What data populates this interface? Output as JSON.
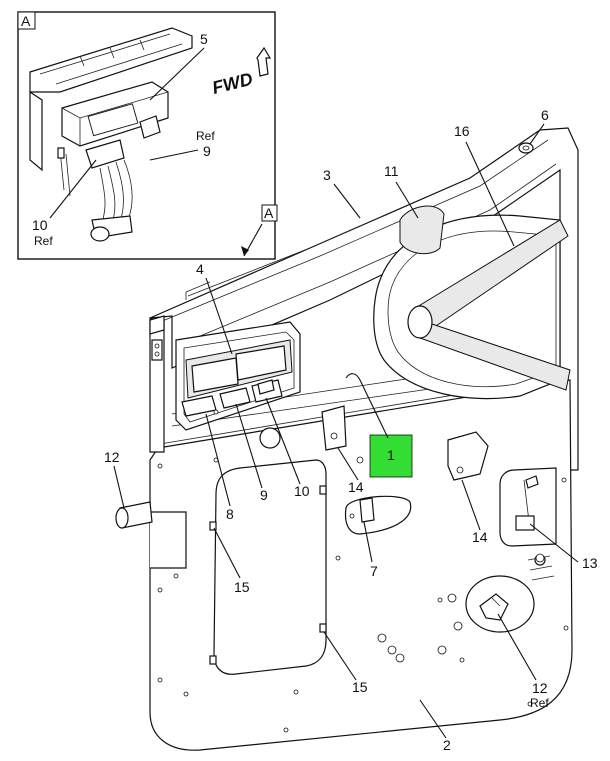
{
  "detail": {
    "box_label": "A",
    "fwd_text": "FWD"
  },
  "view_marker": {
    "label": "A"
  },
  "callouts": {
    "c1": "1",
    "c2": "2",
    "c3": "3",
    "c4": "4",
    "c5": "5",
    "c6": "6",
    "c7": "7",
    "c8": "8",
    "c9a": "9",
    "c9b": "9",
    "c10a": "10",
    "c10b": "10",
    "c11": "11",
    "c12a": "12",
    "c12b": "12",
    "c13": "13",
    "c14a": "14",
    "c14b": "14",
    "c15a": "15",
    "c15b": "15",
    "c16": "16",
    "ref_a": "Ref",
    "ref_b": "Ref",
    "ref_c": "Ref"
  },
  "colors": {
    "highlight": "#33dd33",
    "line": "#111111",
    "paper": "#ffffff"
  }
}
